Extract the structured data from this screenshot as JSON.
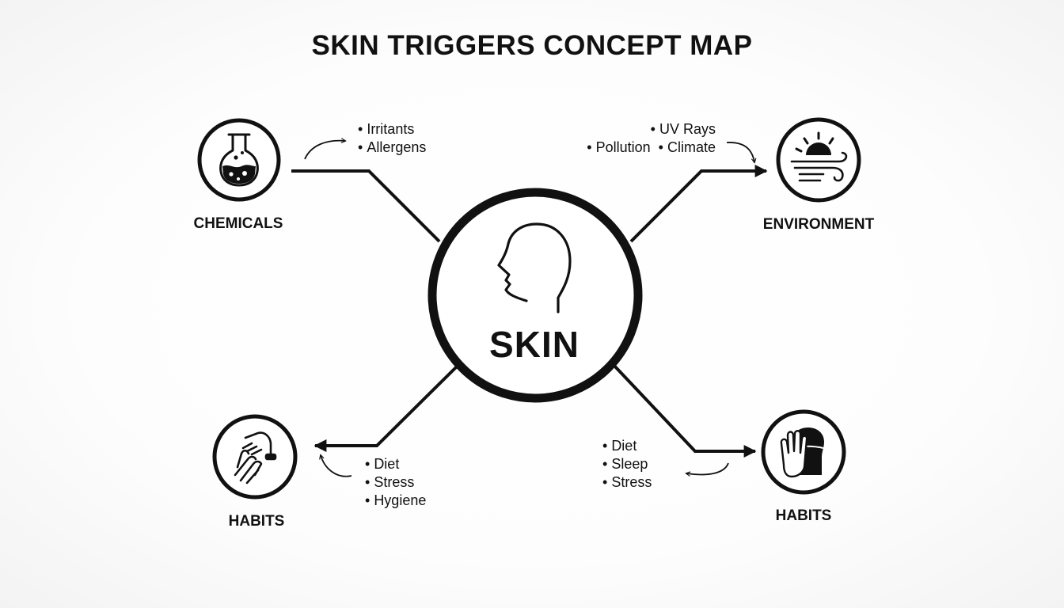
{
  "title": "SKIN TRIGGERS CONCEPT MAP",
  "center": {
    "label": "SKIN",
    "icon": "head-profile-icon"
  },
  "nodes": {
    "chemicals": {
      "label": "CHEMICALS",
      "icon": "flask-icon",
      "bullets": [
        "Irritants",
        "Allergens"
      ]
    },
    "environment": {
      "label": "ENVIRONMENT",
      "icon": "sun-wind-icon",
      "bullets": [
        "UV Rays",
        "Pollution",
        "Climate"
      ]
    },
    "habits_left": {
      "label": "HABITS",
      "icon": "hand-washing-icon",
      "bullets": [
        "Diet",
        "Stress",
        "Hygiene"
      ]
    },
    "habits_right": {
      "label": "HABITS",
      "icon": "hand-head-icon",
      "bullets": [
        "Diet",
        "Sleep",
        "Stress"
      ]
    }
  },
  "colors": {
    "ink": "#111111",
    "background": "#ffffff"
  }
}
